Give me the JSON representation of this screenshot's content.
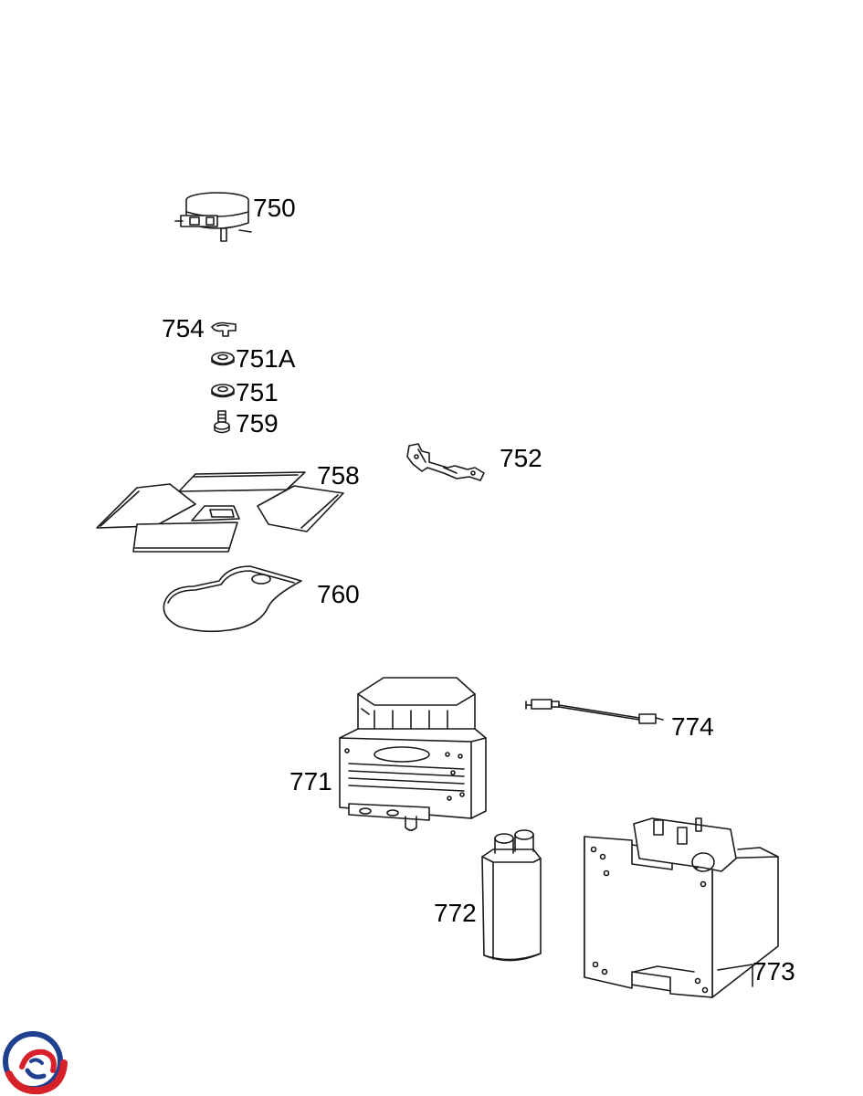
{
  "callouts": {
    "p750": "750",
    "p754": "754",
    "p751a": "751A",
    "p751": "751",
    "p759": "759",
    "p752": "752",
    "p758": "758",
    "p760": "760",
    "p774": "774",
    "p771": "771",
    "p772": "772",
    "p773": "773"
  },
  "colors": {
    "line": "#1a1a1a",
    "ink": "#000000",
    "logo_blue": "#1f3f8f",
    "logo_red": "#d6202a"
  },
  "icons": {
    "logo": "brand-logo-swirl"
  }
}
